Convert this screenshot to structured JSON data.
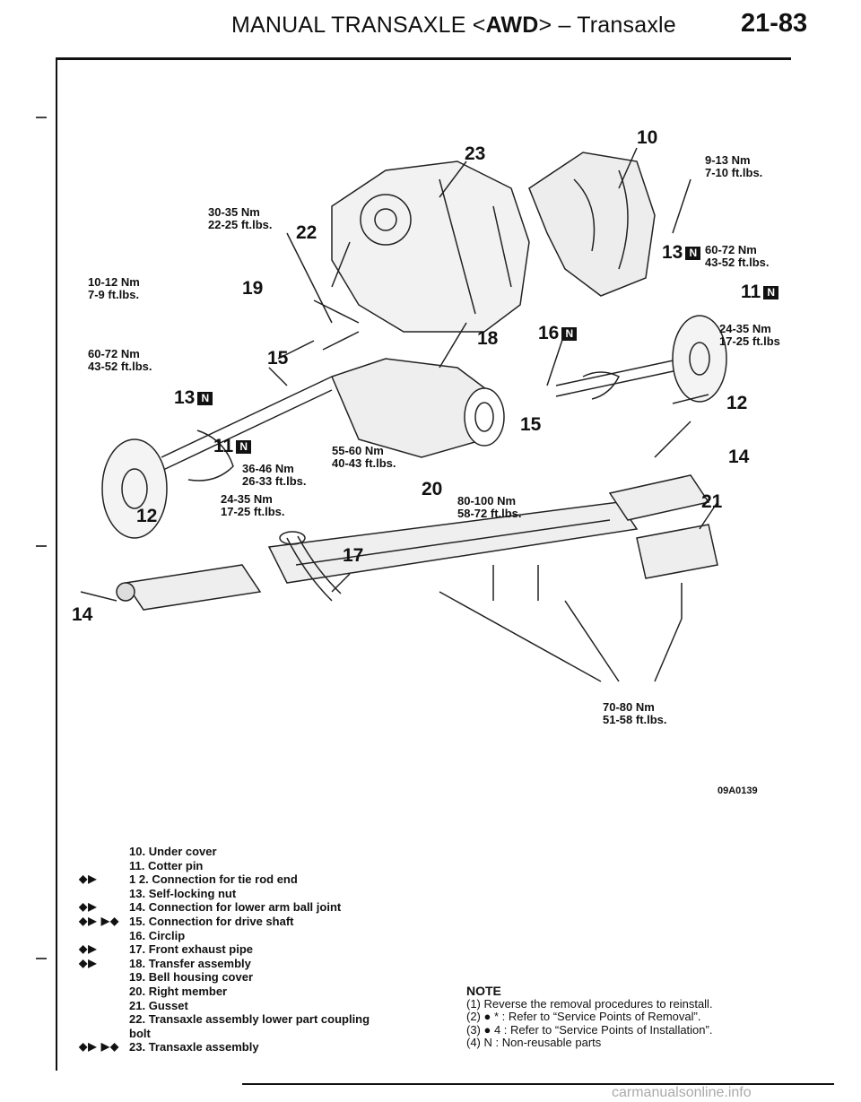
{
  "header": {
    "title_prefix": "MANUAL TRANSAXLE <",
    "title_bold": "AWD",
    "title_suffix": "> – Transaxle",
    "page_number": "21-83"
  },
  "diagram": {
    "figure_code": "09A0139",
    "callouts": {
      "c10": "10",
      "c23": "23",
      "c22": "22",
      "c19": "19",
      "c15a": "15",
      "c15b": "15",
      "c18": "18",
      "c12a": "12",
      "c12b": "12",
      "c14a": "14",
      "c14b": "14",
      "c20": "20",
      "c17": "17",
      "c21": "21",
      "c13a": "13",
      "c13b": "13",
      "c11a": "11",
      "c11b": "11",
      "c16": "16",
      "n_mark": "N"
    },
    "torques": {
      "t1_nm": "9-13 Nm",
      "t1_ft": "7-10 ft.lbs.",
      "t2_nm": "30-35 Nm",
      "t2_ft": "22-25 ft.lbs.",
      "t3_nm": "60-72 Nm",
      "t3_ft": "43-52 ft.lbs.",
      "t4_nm": "10-12 Nm",
      "t4_ft": "7-9 ft.lbs.",
      "t5_nm": "24-35 Nm",
      "t5_ft": "17-25 ft.lbs",
      "t6_nm": "60-72 Nm",
      "t6_ft": "43-52 ft.lbs.",
      "t7_nm": "55-60 Nm",
      "t7_ft": "40-43 ft.lbs.",
      "t8_nm": "36-46 Nm",
      "t8_ft": "26-33 ft.lbs.",
      "t9_nm": "24-35 Nm",
      "t9_ft": "17-25 ft.lbs.",
      "t10_nm": "80-100 Nm",
      "t10_ft": "58-72 ft.lbs.",
      "t11_nm": "70-80 Nm",
      "t11_ft": "51-58 ft.lbs."
    }
  },
  "parts": [
    {
      "sym": "",
      "num": "10.",
      "text": "Under cover"
    },
    {
      "sym": "",
      "num": "11.",
      "text": "Cotter pin"
    },
    {
      "sym": "◆▶",
      "num": "1 2.",
      "text": "Connection for tie rod end"
    },
    {
      "sym": "",
      "num": "13.",
      "text": "Self-locking nut"
    },
    {
      "sym": "◆▶",
      "num": "14.",
      "text": "Connection for lower arm ball joint"
    },
    {
      "sym": "◆▶ ▶◆",
      "num": "15.",
      "text": "Connection for drive shaft"
    },
    {
      "sym": "",
      "num": "16.",
      "text": "Circlip"
    },
    {
      "sym": "◆▶",
      "num": "17.",
      "text": "Front exhaust pipe"
    },
    {
      "sym": "◆▶",
      "num": "18.",
      "text": "Transfer assembly"
    },
    {
      "sym": "",
      "num": "19.",
      "text": "Bell housing cover"
    },
    {
      "sym": "",
      "num": "20.",
      "text": "Right member"
    },
    {
      "sym": "",
      "num": "21.",
      "text": "Gusset"
    },
    {
      "sym": "",
      "num": "22.",
      "text": "Transaxle assembly lower part coupling"
    },
    {
      "sym": "",
      "num": "",
      "text": "bolt"
    },
    {
      "sym": "◆▶ ▶◆",
      "num": "23.",
      "text": "Transaxle assembly"
    }
  ],
  "note": {
    "title": "NOTE",
    "lines": [
      "(1) Reverse the removal procedures to reinstall.",
      "(2) ● * : Refer to “Service Points of Removal”.",
      "(3) ● 4 : Refer to “Service Points of Installation”.",
      "(4) N : Non-reusable parts"
    ]
  },
  "watermark": "carmanualsonline.info"
}
